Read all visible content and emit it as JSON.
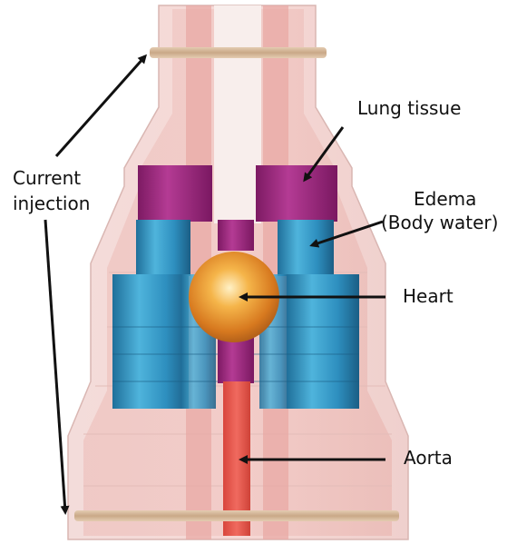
{
  "labels": {
    "current_injection": [
      "Current",
      "injection"
    ],
    "lung_tissue": "Lung tissue",
    "edema": [
      "Edema",
      "(Body water)"
    ],
    "heart": "Heart",
    "aorta": "Aorta"
  },
  "colors": {
    "torso_outer": "#f2d2d0",
    "torso_inner": "#eab7b3",
    "spine_channel": "#e58f8a",
    "spine_core": "#f7ecea",
    "lung_tissue": "#a0287f",
    "edema": "#2f93c2",
    "heart": "#e99a2e",
    "aorta": "#e5574d",
    "electrode_band": "#d6b99a",
    "arrow": "#111111"
  }
}
